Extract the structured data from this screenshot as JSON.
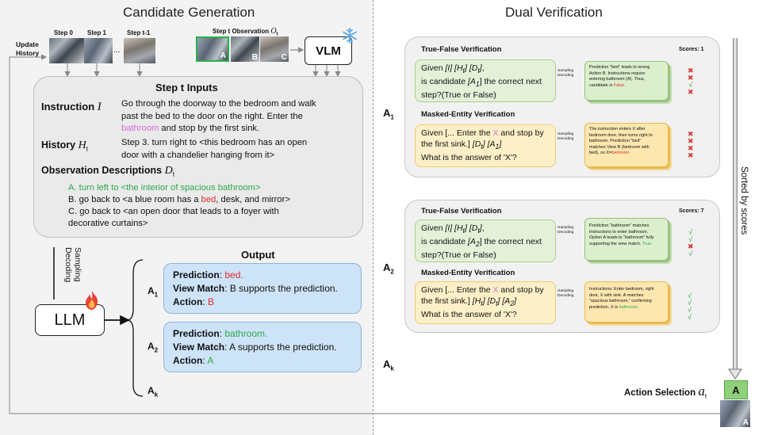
{
  "candidate_generation": {
    "title": "Candidate Generation",
    "update_history_line1": "Update",
    "update_history_line2": "History",
    "step_labels": [
      "Step 0",
      "Step 1",
      "Step t-1"
    ],
    "ellipsis": "...",
    "observation_label": "Step t Observation",
    "observation_symbol": "O",
    "observation_sub": "t",
    "observation_frames": [
      "A",
      "B",
      "C"
    ],
    "vlm_label": "VLM",
    "inputs": {
      "title": "Step t Inputs",
      "instruction_label": "Instruction",
      "instruction_symbol": "I",
      "instruction_text_1": "Go through the doorway to the bedroom and walk",
      "instruction_text_2": "past the bed to the door on the right. Enter the",
      "instruction_text_3a": "bathroom",
      "instruction_text_3b": " and stop by the first sink.",
      "history_label": "History",
      "history_symbol": "H",
      "history_sub": "t",
      "history_text_1": "Step 3. turn right to <this bedroom has an open",
      "history_text_2": "door with a chandelier hanging from it>",
      "obs_desc_label": "Observation Descriptions",
      "obs_desc_symbol": "D",
      "obs_desc_sub": "t",
      "option_a": "A. turn left to <the interior of spacious bathroom>",
      "option_b1": "B. go back to <a blue room has a ",
      "option_b_red": "bed",
      "option_b2": ", desk, and mirror>",
      "option_c1": "C. go back to <an open door that leads to a foyer with",
      "option_c2": "decorative curtains>"
    },
    "sampling_line1": "Sampling",
    "sampling_line2": "Decoding",
    "llm_label": "LLM",
    "output_title": "Output",
    "candidates": [
      {
        "label": "A",
        "sub": "1",
        "prediction_label": "Prediction",
        "prediction_value": "bed.",
        "view_match_label": "View Match",
        "view_match_value": "B supports the prediction.",
        "action_label": "Action",
        "action_value": "B"
      },
      {
        "label": "A",
        "sub": "2",
        "prediction_label": "Prediction",
        "prediction_value": "bathroom.",
        "view_match_label": "View Match",
        "view_match_value": "A supports the prediction.",
        "action_label": "Action",
        "action_value": "A"
      }
    ],
    "ak_label": "A",
    "ak_sub": "k"
  },
  "dual_verification": {
    "title": "Dual Verification",
    "sorted_label": "Sorted by scores",
    "tf_title": "True-False Verification",
    "me_title": "Masked-Entity Verification",
    "sampling_line1": "Sampling",
    "sampling_line2": "Decoding",
    "blocks": [
      {
        "label": "A",
        "sub": "1",
        "score_label": "Scores: 1",
        "tf_q_1": "Given",
        "tf_q_i": "[I]",
        "tf_q_h": "[H",
        "tf_q_d": "[D",
        "tf_q_2": "is candidate",
        "tf_q_a": "[A",
        "tf_q_asub": "1",
        "tf_q_3": "] the correct next",
        "tf_q_4": "step?(True or False)",
        "tf_res_1": "Prediction \"bed\" leads to wrong",
        "tf_res_2": "Action B. Instructions require",
        "tf_res_3": "entering bathroom (A). Thus,",
        "tf_res_4": "candidate is ",
        "tf_res_verdict": "False.",
        "tf_marks": [
          "✖",
          "✖",
          "√",
          "✖"
        ],
        "me_q_1": "Given [... Enter the ",
        "me_q_x": "X",
        "me_q_2": " and stop by",
        "me_q_3": "the first sink.]",
        "me_q_4": "What is the answer of 'X'?",
        "me_res_1": "The instruction enters X after",
        "me_res_2": "bedroom door, then turns right to",
        "me_res_3": "bathroom. Prediction \"bed\"",
        "me_res_4": "matches View B (bedroom with",
        "me_res_5": "bed), so X=",
        "me_res_ans": "bedroom.",
        "me_marks": [
          "✖",
          "✖",
          "✖",
          "✖"
        ]
      },
      {
        "label": "A",
        "sub": "2",
        "score_label": "Scores: 7",
        "tf_q_1": "Given",
        "tf_q_i": "[I]",
        "tf_q_h": "[H",
        "tf_q_d": "[D",
        "tf_q_2": "is candidate",
        "tf_q_a": "[A",
        "tf_q_asub": "2",
        "tf_q_3": "] the correct next",
        "tf_q_4": "step?(True or False)",
        "tf_res_1": "Prediction \"bathroom\" matches",
        "tf_res_2": "instructions to enter bathroom.",
        "tf_res_3": "Option A leads to \"bathroom\" fully",
        "tf_res_4": "supporting the view match. ",
        "tf_res_verdict": "True.",
        "tf_marks": [
          "√",
          "√",
          "✖",
          "√"
        ],
        "me_q_1": "Given [... Enter the ",
        "me_q_x": "X",
        "me_q_2": " and stop by",
        "me_q_3": "the first sink.]",
        "me_q_4": "What is the answer of 'X'?",
        "me_res_1": "Instructions: Enter bedroom, right",
        "me_res_2": "door, X with sink. A matches",
        "me_res_3": "\"spacious bathroom,\" confirming",
        "me_res_4": "prediction. X is ",
        "me_res_5": "",
        "me_res_ans": "bathroom.",
        "me_marks": [
          "√",
          "√",
          "√",
          "√"
        ]
      }
    ],
    "ak_label": "A",
    "ak_sub": "k",
    "action_selection_label": "Action Selection",
    "action_symbol": "a",
    "action_sub": "t",
    "selected_action": "A",
    "selected_frame": "A"
  }
}
